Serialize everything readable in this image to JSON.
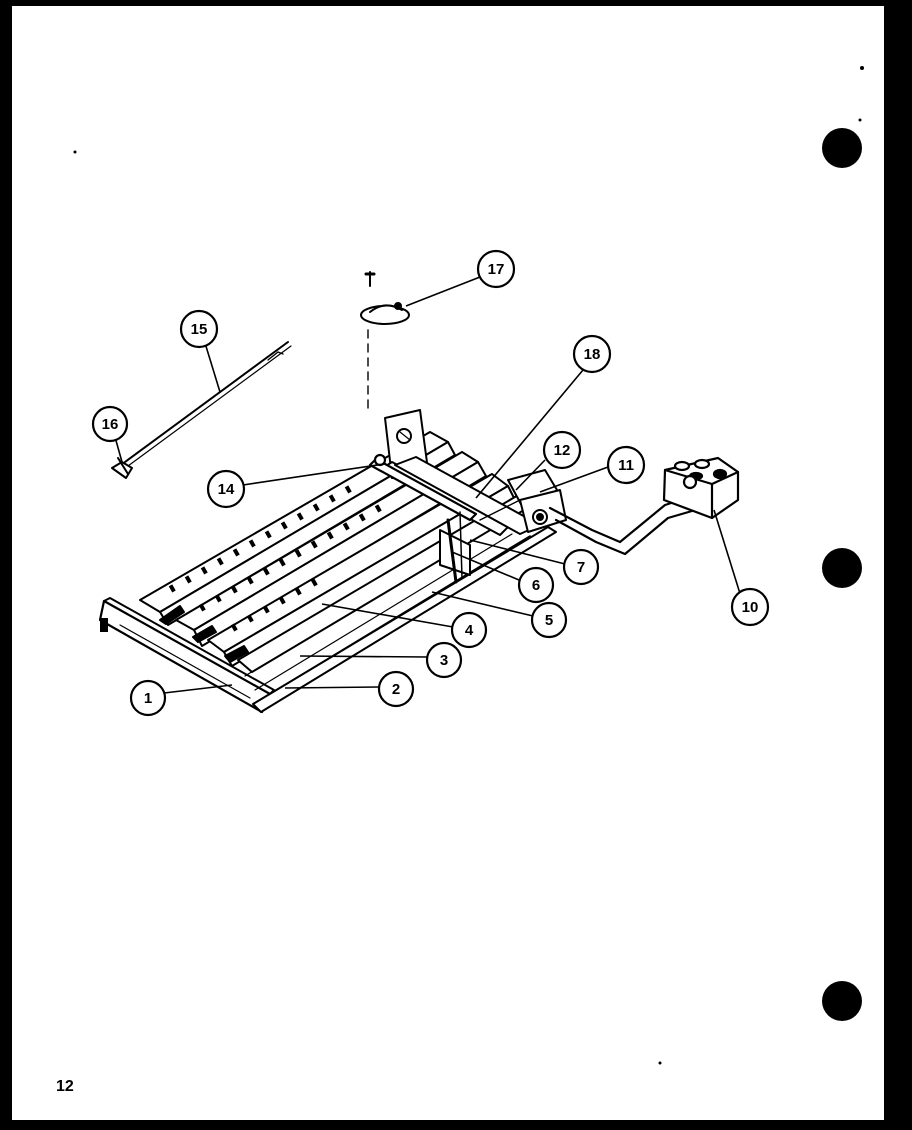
{
  "page": {
    "number": "12"
  },
  "callouts": [
    {
      "id": "1",
      "label": "1"
    },
    {
      "id": "2",
      "label": "2"
    },
    {
      "id": "3",
      "label": "3"
    },
    {
      "id": "4",
      "label": "4"
    },
    {
      "id": "5",
      "label": "5"
    },
    {
      "id": "6",
      "label": "6"
    },
    {
      "id": "7",
      "label": "7"
    },
    {
      "id": "10",
      "label": "10"
    },
    {
      "id": "11",
      "label": "11"
    },
    {
      "id": "12",
      "label": "12"
    },
    {
      "id": "14",
      "label": "14"
    },
    {
      "id": "15",
      "label": "15"
    },
    {
      "id": "16",
      "label": "16"
    },
    {
      "id": "17",
      "label": "17"
    },
    {
      "id": "18",
      "label": "18"
    }
  ],
  "colors": {
    "paper": "#ffffff",
    "ink": "#000000",
    "border": "#000000"
  }
}
